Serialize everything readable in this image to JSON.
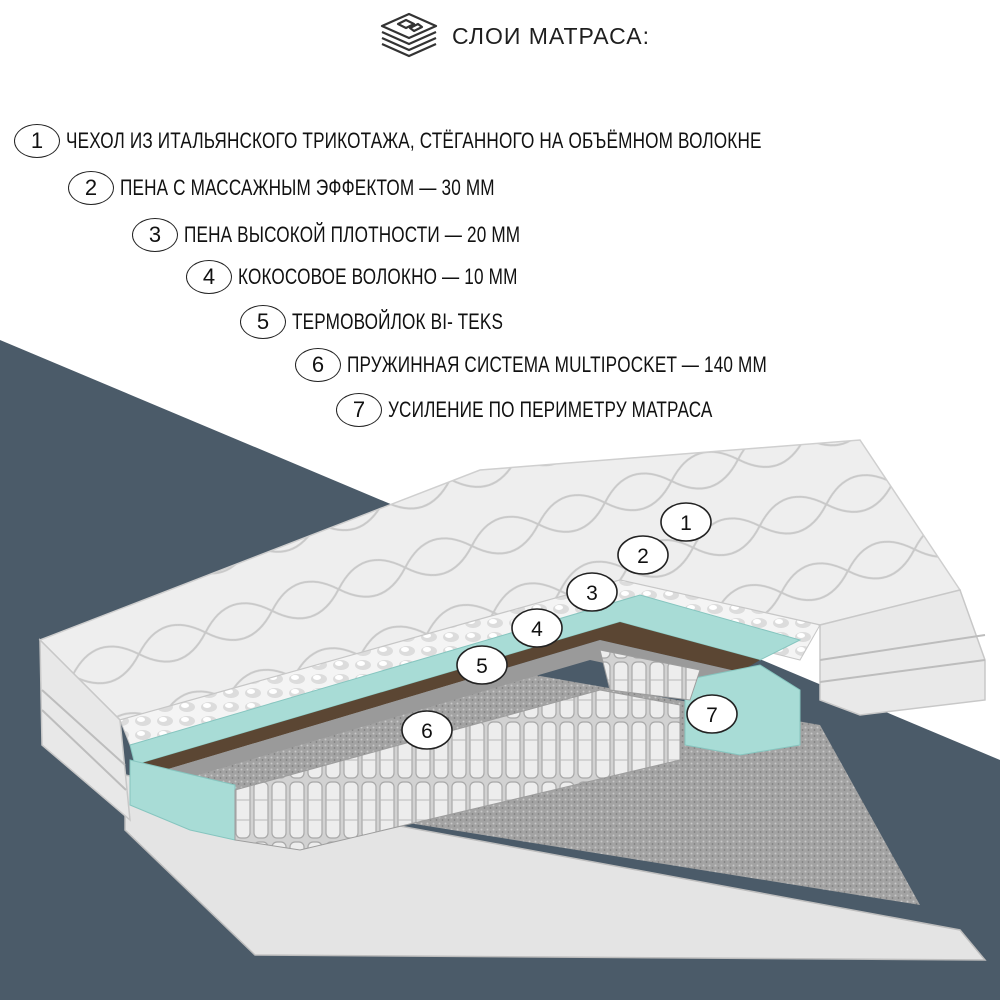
{
  "header": {
    "title": "СЛОИ МАТРАСА:",
    "icon": "layers-icon"
  },
  "layers": [
    {
      "num": "1",
      "text": "ЧЕХОЛ ИЗ ИТАЛЬЯНСКОГО ТРИКОТАЖА, СТЁГАННОГО НА ОБЪЁМНОМ ВОЛОКНЕ"
    },
    {
      "num": "2",
      "text": "ПЕНА С МАССАЖНЫМ ЭФФЕКТОМ — 30 ММ"
    },
    {
      "num": "3",
      "text": "ПЕНА ВЫСОКОЙ ПЛОТНОСТИ — 20 ММ"
    },
    {
      "num": "4",
      "text": "КОКОСОВОЕ ВОЛОКНО — 10 ММ"
    },
    {
      "num": "5",
      "text": "ТЕРМОВОЙЛОК BI- TEKS"
    },
    {
      "num": "6",
      "text": "ПРУЖИННАЯ СИСТЕМА MULTIPOCKET — 140 ММ"
    },
    {
      "num": "7",
      "text": "УСИЛЕНИЕ ПО ПЕРИМЕТРУ МАТРАСА"
    }
  ],
  "callouts": [
    "1",
    "2",
    "3",
    "4",
    "5",
    "6",
    "7"
  ],
  "colors": {
    "background_dark": "#4b5b69",
    "foam": "#a8dcd6",
    "coconut": "#5b4633",
    "felt": "#9a9a9a"
  }
}
